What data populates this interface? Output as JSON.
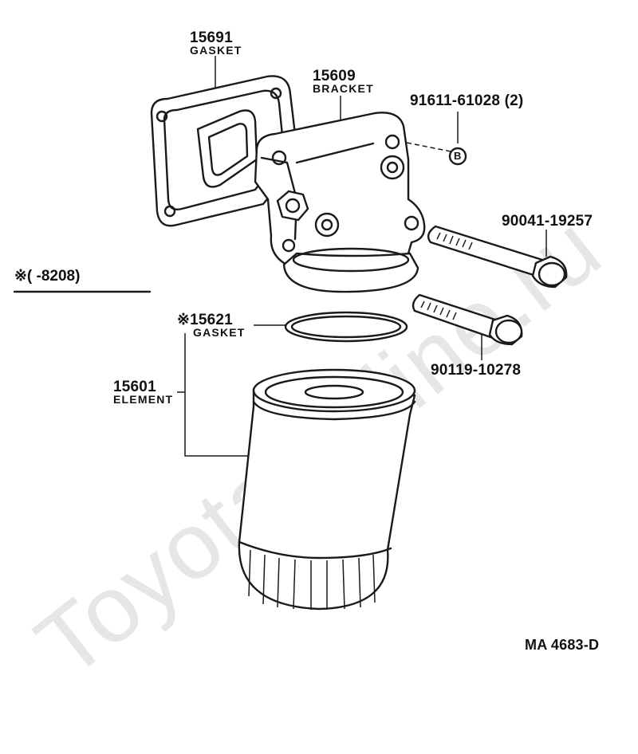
{
  "watermark": "ToyotaOnline.ru",
  "diagram_code": "MA 4683-D",
  "note": "※(       -8208)",
  "parts": [
    {
      "number": "15691",
      "name": "GASKET"
    },
    {
      "number": "15609",
      "name": "BRACKET"
    },
    {
      "number": "91611-61028 (2)",
      "name": ""
    },
    {
      "number": "90041-19257",
      "name": ""
    },
    {
      "number": "※15621",
      "name": "GASKET"
    },
    {
      "number": "15601",
      "name": "ELEMENT"
    },
    {
      "number": "90119-10278",
      "name": ""
    }
  ],
  "callout_marker": "B"
}
